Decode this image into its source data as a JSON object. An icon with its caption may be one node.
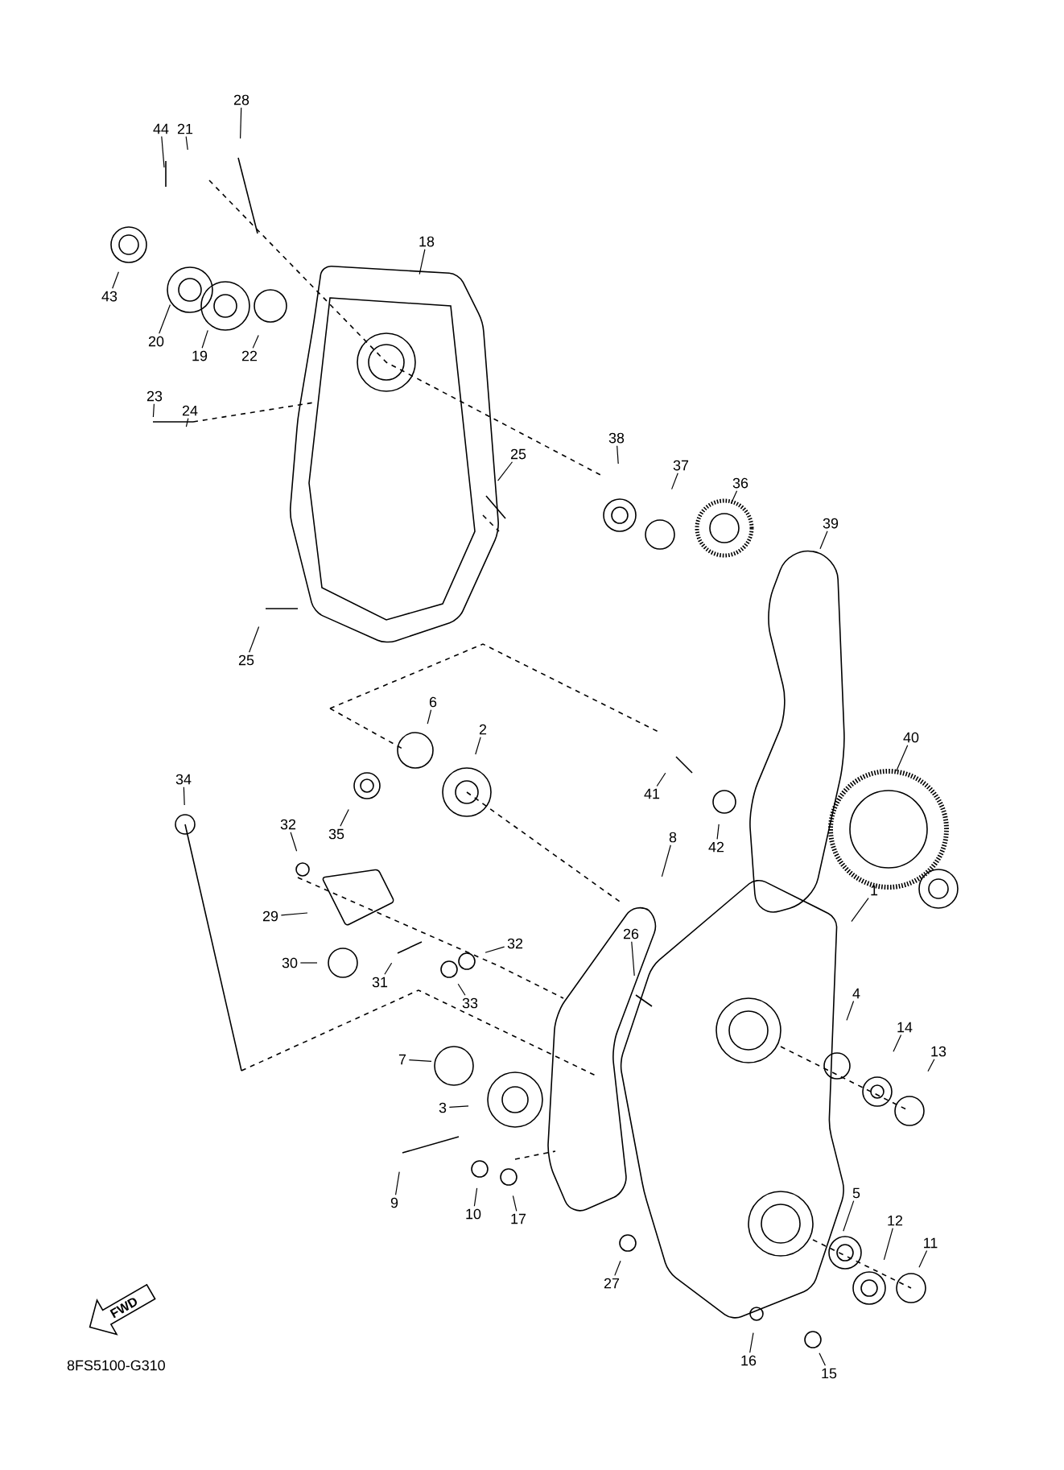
{
  "diagram": {
    "nodes": [
      {
        "text": [
          "44"
        ]
      },
      {
        "text": [
          "21"
        ]
      },
      {
        "text": [
          "28"
        ]
      },
      {
        "text": [
          "43"
        ]
      },
      {
        "text": [
          "20"
        ]
      },
      {
        "text": [
          "19"
        ]
      },
      {
        "text": [
          "22"
        ]
      },
      {
        "text": [
          "18"
        ]
      },
      {
        "text": [
          "23"
        ]
      },
      {
        "text": [
          "24"
        ]
      },
      {
        "text": [
          "25"
        ]
      },
      {
        "text": [
          "25"
        ]
      },
      {
        "text": [
          "38"
        ]
      },
      {
        "text": [
          "37"
        ]
      },
      {
        "text": [
          "36"
        ]
      },
      {
        "text": [
          "39"
        ]
      },
      {
        "text": [
          "2"
        ]
      },
      {
        "text": [
          "6"
        ]
      },
      {
        "text": [
          "35"
        ]
      },
      {
        "text": [
          "40"
        ]
      },
      {
        "text": [
          "41"
        ]
      },
      {
        "text": [
          "42"
        ]
      },
      {
        "text": [
          "34"
        ]
      },
      {
        "text": [
          "8"
        ]
      },
      {
        "text": [
          "1"
        ]
      },
      {
        "text": [
          "32"
        ]
      },
      {
        "text": [
          "29"
        ]
      },
      {
        "text": [
          "30"
        ]
      },
      {
        "text": [
          "31"
        ]
      },
      {
        "text": [
          "32"
        ]
      },
      {
        "text": [
          "33"
        ]
      },
      {
        "text": [
          "26"
        ]
      },
      {
        "text": [
          "4"
        ]
      },
      {
        "text": [
          "14"
        ]
      },
      {
        "text": [
          "13"
        ]
      },
      {
        "text": [
          "7"
        ]
      },
      {
        "text": [
          "3"
        ]
      },
      {
        "text": [
          "9"
        ]
      },
      {
        "text": [
          "10"
        ]
      },
      {
        "text": [
          "17"
        ]
      },
      {
        "text": [
          "5"
        ]
      },
      {
        "text": [
          "12"
        ]
      },
      {
        "text": [
          "11"
        ]
      },
      {
        "text": [
          "27"
        ]
      },
      {
        "text": [
          "16"
        ]
      },
      {
        "text": [
          "15"
        ]
      },
      {
        "text": [
          "FWD"
        ]
      }
    ],
    "edges": [
      {
        "from": 0,
        "to": null,
        "arrow": "none"
      },
      {
        "from": 1,
        "to": null,
        "arrow": "none"
      },
      {
        "from": 2,
        "to": null,
        "arrow": "none"
      },
      {
        "from": 3,
        "to": null,
        "arrow": "none"
      },
      {
        "from": 4,
        "to": null,
        "arrow": "none"
      },
      {
        "from": 5,
        "to": null,
        "arrow": "none"
      },
      {
        "from": 6,
        "to": null,
        "arrow": "none"
      },
      {
        "from": 7,
        "to": null,
        "arrow": "none"
      },
      {
        "from": 8,
        "to": null,
        "arrow": "none"
      },
      {
        "from": 9,
        "to": null,
        "arrow": "none"
      },
      {
        "from": 10,
        "to": null,
        "arrow": "none"
      },
      {
        "from": 11,
        "to": null,
        "arrow": "none"
      },
      {
        "from": 12,
        "to": null,
        "arrow": "none"
      },
      {
        "from": 13,
        "to": null,
        "arrow": "none"
      },
      {
        "from": 14,
        "to": null,
        "arrow": "none"
      },
      {
        "from": 15,
        "to": null,
        "arrow": "none"
      },
      {
        "from": 16,
        "to": null,
        "arrow": "none"
      },
      {
        "from": 17,
        "to": null,
        "arrow": "none"
      },
      {
        "from": 18,
        "to": null,
        "arrow": "none"
      },
      {
        "from": 19,
        "to": null,
        "arrow": "none"
      },
      {
        "from": 20,
        "to": null,
        "arrow": "none"
      },
      {
        "from": 21,
        "to": null,
        "arrow": "none"
      },
      {
        "from": 22,
        "to": null,
        "arrow": "none"
      },
      {
        "from": 23,
        "to": null,
        "arrow": "none"
      },
      {
        "from": 24,
        "to": null,
        "arrow": "none"
      },
      {
        "from": 25,
        "to": null,
        "arrow": "none"
      },
      {
        "from": 26,
        "to": null,
        "arrow": "none"
      },
      {
        "from": 27,
        "to": null,
        "arrow": "none"
      },
      {
        "from": 28,
        "to": null,
        "arrow": "none"
      },
      {
        "from": 29,
        "to": null,
        "arrow": "none"
      },
      {
        "from": 30,
        "to": null,
        "arrow": "none"
      },
      {
        "from": 31,
        "to": null,
        "arrow": "none"
      },
      {
        "from": 32,
        "to": null,
        "arrow": "none"
      },
      {
        "from": 33,
        "to": null,
        "arrow": "none"
      },
      {
        "from": 34,
        "to": null,
        "arrow": "none"
      },
      {
        "from": 35,
        "to": null,
        "arrow": "none"
      },
      {
        "from": 36,
        "to": null,
        "arrow": "none"
      },
      {
        "from": 37,
        "to": null,
        "arrow": "none"
      },
      {
        "from": 38,
        "to": null,
        "arrow": "none"
      },
      {
        "from": 39,
        "to": null,
        "arrow": "none"
      },
      {
        "from": 40,
        "to": null,
        "arrow": "none"
      },
      {
        "from": 41,
        "to": null,
        "arrow": "none"
      },
      {
        "from": 42,
        "to": null,
        "arrow": "none"
      },
      {
        "from": 43,
        "to": null,
        "arrow": "none"
      },
      {
        "from": 44,
        "to": null,
        "arrow": "none"
      },
      {
        "from": 45,
        "to": null,
        "arrow": "none"
      }
    ],
    "labels": [
      "8FS5100-G310"
    ]
  }
}
